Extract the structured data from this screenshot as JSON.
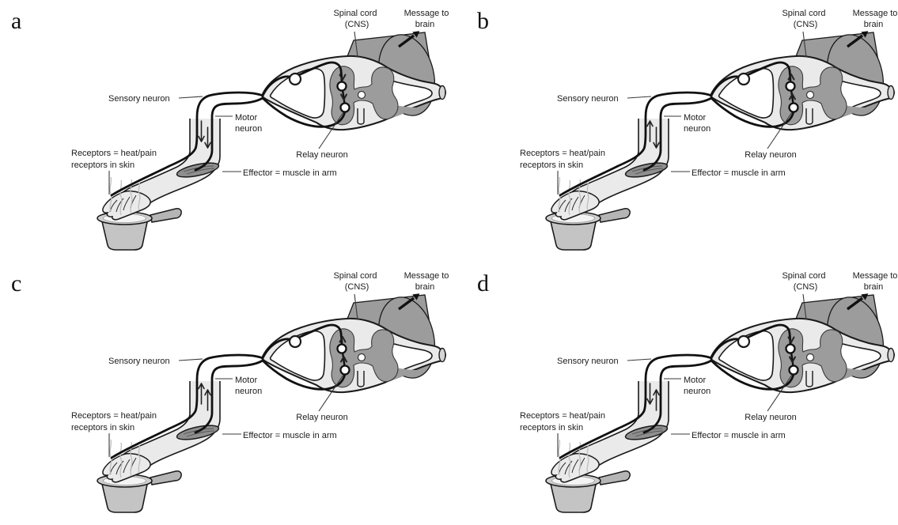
{
  "figure": {
    "description_labels_shared_by_all_panels": true,
    "background_color": "#ffffff"
  },
  "panels": [
    {
      "label": "a",
      "arm_arrow_left": "down",
      "arm_arrow_right": "down",
      "relay_arrows": "down"
    },
    {
      "label": "b",
      "arm_arrow_left": "up",
      "arm_arrow_right": "down",
      "relay_arrows": "up"
    },
    {
      "label": "c",
      "arm_arrow_left": "up",
      "arm_arrow_right": "up",
      "relay_arrows": "up"
    },
    {
      "label": "d",
      "arm_arrow_left": "down",
      "arm_arrow_right": "up",
      "relay_arrows": "down"
    }
  ],
  "diagram": {
    "labels": {
      "spinal_cord_line1": "Spinal cord",
      "spinal_cord_line2": "(CNS)",
      "message_line1": "Message to",
      "message_line2": "brain",
      "sensory": "Sensory neuron",
      "motor_line1": "Motor",
      "motor_line2": "neuron",
      "relay": "Relay neuron",
      "receptors_line1": "Receptors = heat/pain",
      "receptors_line2": "receptors in skin",
      "effector": "Effector = muscle in arm"
    },
    "colors": {
      "outline": "#1a1a1a",
      "light_gray": "#eaeaea",
      "dark_gray": "#9c9c9c",
      "white": "#ffffff",
      "text": "#1c1c1c"
    }
  }
}
